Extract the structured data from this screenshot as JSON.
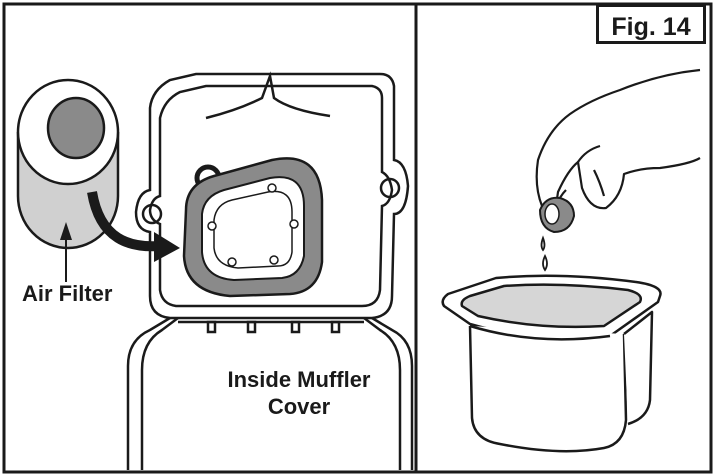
{
  "figure": {
    "fig_label": "Fig. 14",
    "air_filter_label": "Air Filter",
    "muffler_label_line1": "Inside Muffler",
    "muffler_label_line2": "Cover"
  },
  "icons": [
    "air-filter-icon",
    "arrow-icon",
    "muffler-cover-icon",
    "hand-icon",
    "oil-drop-icon",
    "pan-icon"
  ]
}
